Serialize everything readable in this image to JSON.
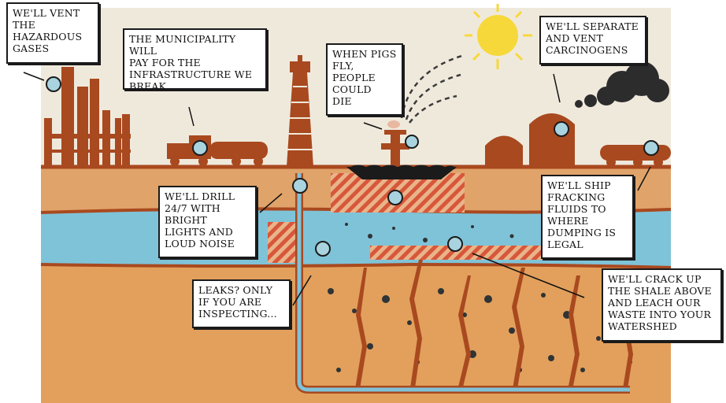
{
  "callouts": {
    "vent_gases": "WE'LL VENT\nTHE\nHAZARDOUS\nGASES",
    "municipality": "THE MUNICIPALITY WILL\nPAY FOR THE\nINFRASTRUCTURE WE\nBREAK",
    "pigs_fly": "WHEN PIGS\nFLY,\nPEOPLE\nCOULD\nDIE",
    "carcinogens": "WE'LL SEPARATE\nAND VENT\nCARCINOGENS",
    "drill": "WE'LL DRILL\n24/7 WITH\nBRIGHT\nLIGHTS AND\nLOUD NOISE",
    "ship_fluids": "WE'LL SHIP\nFRACKING\nFLUIDS TO\nWHERE\nDUMPING IS\nLEGAL",
    "leaks": "LEAKS? ONLY\nIF YOU ARE\nINSPECTING...",
    "crack_shale": "WE'LL CRACK UP\nTHE SHALE ABOVE\nAND LEACH OUR\nWASTE INTO YOUR\nWATERSHED"
  },
  "colors": {
    "sky": "#efe9dc",
    "sun": "#f7d83a",
    "rust": "#a9491f",
    "soil_top": "#e0a36a",
    "aquifer": "#7fc3d8",
    "shale": "#e2a05c",
    "smoke": "#2c2c2c",
    "marker": "#a9d3df"
  },
  "icons": [
    "sun-icon",
    "smoke-cloud-icon",
    "truck-icon",
    "drill-rig-icon",
    "wellhead-icon",
    "refinery-icon",
    "pig-icon"
  ]
}
